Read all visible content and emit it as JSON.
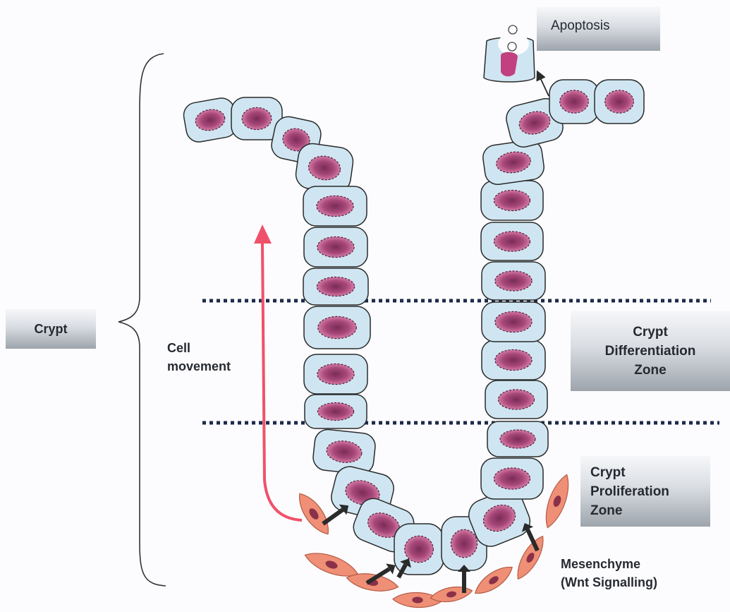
{
  "labels": {
    "crypt": "Crypt",
    "apoptosis": "Apoptosis",
    "differentiation_zone": [
      "Crypt",
      "Differentiation",
      "Zone"
    ],
    "proliferation_zone": [
      "Crypt",
      "Proliferation",
      "Zone"
    ],
    "cell_movement": [
      "Cell",
      "movement"
    ],
    "mesenchyme": [
      "Mesenchyme",
      "(Wnt Signalling)"
    ]
  },
  "colors": {
    "cell_fill": "#cfe6f2",
    "cell_stroke": "#2a2a2a",
    "nucleus_inner": "#8a3a66",
    "nucleus_outer": "#c56a96",
    "movement_arrow": "#f0516a",
    "mesenchyme_fill": "#ee8f76",
    "mesenchyme_stroke": "#b55a45",
    "signal_arrow": "#2a2a2a",
    "dotted_line": "#1c2a4a",
    "brace": "#333333"
  }
}
